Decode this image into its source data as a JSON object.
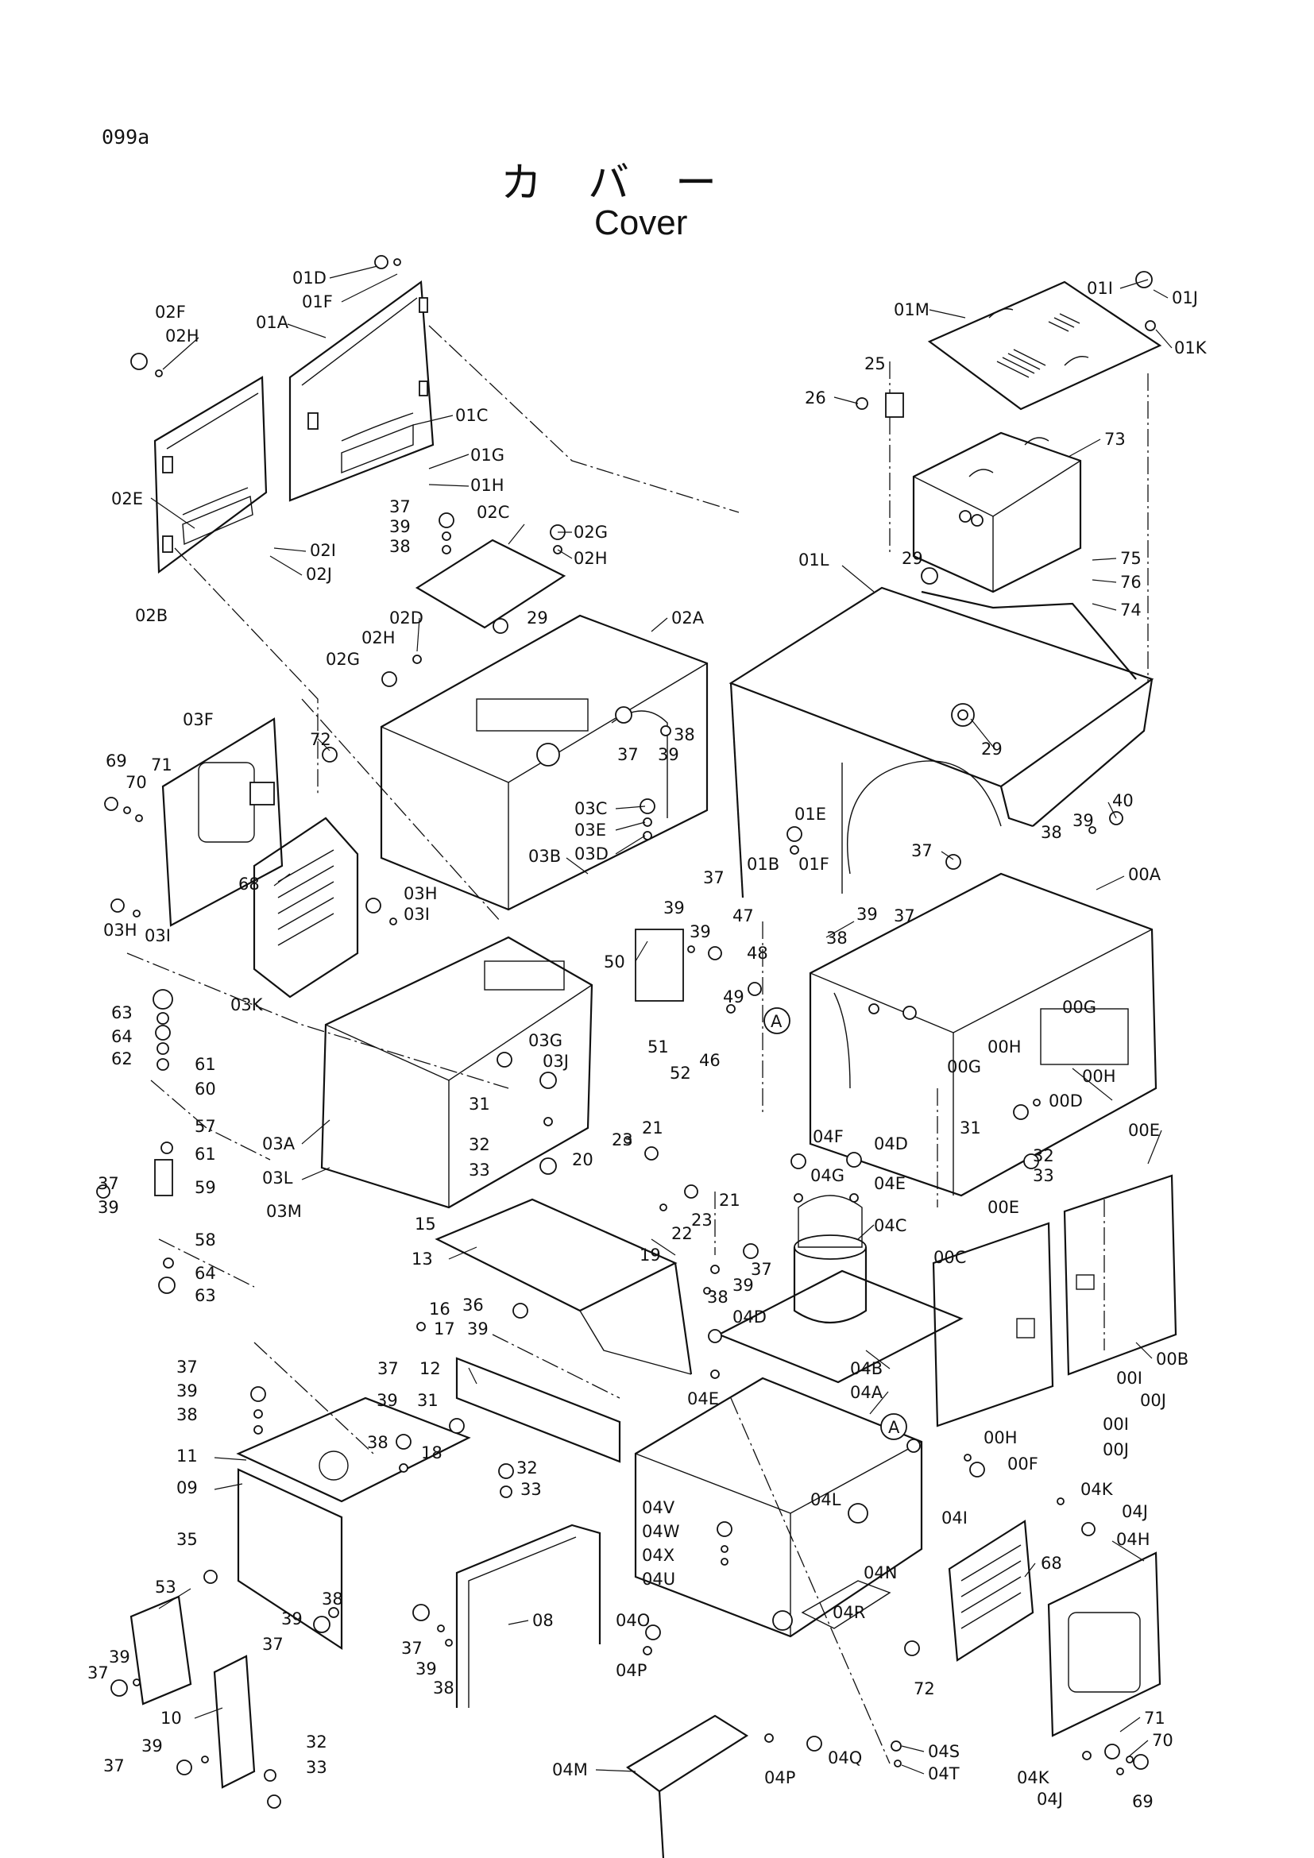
{
  "page_id": "099a",
  "title_jp": "カバー",
  "title_en": "Cover",
  "labels": [
    {
      "id": "01d",
      "text": "01D"
    },
    {
      "id": "01f-top",
      "text": "01F"
    },
    {
      "id": "01a",
      "text": "01A"
    },
    {
      "id": "02f",
      "text": "02F"
    },
    {
      "id": "02h-a",
      "text": "02H"
    },
    {
      "id": "01c",
      "text": "01C"
    },
    {
      "id": "01g",
      "text": "01G"
    },
    {
      "id": "01h",
      "text": "01H"
    },
    {
      "id": "02e",
      "text": "02E"
    },
    {
      "id": "02i",
      "text": "02I"
    },
    {
      "id": "02j",
      "text": "02J"
    },
    {
      "id": "02b",
      "text": "02B"
    },
    {
      "id": "01i",
      "text": "01I"
    },
    {
      "id": "01j",
      "text": "01J"
    },
    {
      "id": "01m",
      "text": "01M"
    },
    {
      "id": "01k",
      "text": "01K"
    },
    {
      "id": "25",
      "text": "25"
    },
    {
      "id": "26",
      "text": "26"
    },
    {
      "id": "73",
      "text": "73"
    },
    {
      "id": "75",
      "text": "75"
    },
    {
      "id": "76",
      "text": "76"
    },
    {
      "id": "74",
      "text": "74"
    },
    {
      "id": "29-a",
      "text": "29"
    },
    {
      "id": "01l",
      "text": "01L"
    },
    {
      "id": "29-b",
      "text": "29"
    },
    {
      "id": "37-a",
      "text": "37"
    },
    {
      "id": "39-a",
      "text": "39"
    },
    {
      "id": "38-a",
      "text": "38"
    },
    {
      "id": "02c",
      "text": "02C"
    },
    {
      "id": "02g-a",
      "text": "02G"
    },
    {
      "id": "02h-b",
      "text": "02H"
    },
    {
      "id": "29-c",
      "text": "29"
    },
    {
      "id": "02a",
      "text": "02A"
    },
    {
      "id": "02d",
      "text": "02D"
    },
    {
      "id": "02h-c",
      "text": "02H"
    },
    {
      "id": "02g-b",
      "text": "02G"
    },
    {
      "id": "38-b",
      "text": "38"
    },
    {
      "id": "37-b",
      "text": "37"
    },
    {
      "id": "39-b",
      "text": "39"
    },
    {
      "id": "03f",
      "text": "03F"
    },
    {
      "id": "72-a",
      "text": "72"
    },
    {
      "id": "69-a",
      "text": "69"
    },
    {
      "id": "70-a",
      "text": "70"
    },
    {
      "id": "71-a",
      "text": "71"
    },
    {
      "id": "03c",
      "text": "03C"
    },
    {
      "id": "03e",
      "text": "03E"
    },
    {
      "id": "03d",
      "text": "03D"
    },
    {
      "id": "01e",
      "text": "01E"
    },
    {
      "id": "01b",
      "text": "01B"
    },
    {
      "id": "01f-b",
      "text": "01F"
    },
    {
      "id": "40",
      "text": "40"
    },
    {
      "id": "39-c",
      "text": "39"
    },
    {
      "id": "38-c",
      "text": "38"
    },
    {
      "id": "37-c",
      "text": "37"
    },
    {
      "id": "00a",
      "text": "00A"
    },
    {
      "id": "68-a",
      "text": "68"
    },
    {
      "id": "03h-a",
      "text": "03H"
    },
    {
      "id": "03i-a",
      "text": "03I"
    },
    {
      "id": "03h-b",
      "text": "03H"
    },
    {
      "id": "03i-b",
      "text": "03I"
    },
    {
      "id": "03b",
      "text": "03B"
    },
    {
      "id": "39-d",
      "text": "39"
    },
    {
      "id": "37-d",
      "text": "37"
    },
    {
      "id": "39-e",
      "text": "39"
    },
    {
      "id": "47",
      "text": "47"
    },
    {
      "id": "48",
      "text": "48"
    },
    {
      "id": "50",
      "text": "50"
    },
    {
      "id": "38-d",
      "text": "38"
    },
    {
      "id": "39-f",
      "text": "39"
    },
    {
      "id": "37-e",
      "text": "37"
    },
    {
      "id": "49",
      "text": "49"
    },
    {
      "id": "a-1",
      "text": "A"
    },
    {
      "id": "03k",
      "text": "03K"
    },
    {
      "id": "51",
      "text": "51"
    },
    {
      "id": "46",
      "text": "46"
    },
    {
      "id": "52",
      "text": "52"
    },
    {
      "id": "03g",
      "text": "03G"
    },
    {
      "id": "03j",
      "text": "03J"
    },
    {
      "id": "00g-a",
      "text": "00G"
    },
    {
      "id": "00h-a",
      "text": "00H"
    },
    {
      "id": "00g-b",
      "text": "00G"
    },
    {
      "id": "00h-b",
      "text": "00H"
    },
    {
      "id": "00d",
      "text": "00D"
    },
    {
      "id": "63-a",
      "text": "63"
    },
    {
      "id": "64-a",
      "text": "64"
    },
    {
      "id": "62",
      "text": "62"
    },
    {
      "id": "61-a",
      "text": "61"
    },
    {
      "id": "60",
      "text": "60"
    },
    {
      "id": "57",
      "text": "57"
    },
    {
      "id": "61-b",
      "text": "61"
    },
    {
      "id": "59",
      "text": "59"
    },
    {
      "id": "37-f",
      "text": "37"
    },
    {
      "id": "39-g",
      "text": "39"
    },
    {
      "id": "58",
      "text": "58"
    },
    {
      "id": "64-b",
      "text": "64"
    },
    {
      "id": "63-b",
      "text": "63"
    },
    {
      "id": "31-a",
      "text": "31"
    },
    {
      "id": "03a",
      "text": "03A"
    },
    {
      "id": "32-a",
      "text": "32"
    },
    {
      "id": "33-a",
      "text": "33"
    },
    {
      "id": "03l",
      "text": "03L"
    },
    {
      "id": "03m",
      "text": "03M"
    },
    {
      "id": "21-a",
      "text": "21"
    },
    {
      "id": "23-a",
      "text": "23"
    },
    {
      "id": "20",
      "text": "20"
    },
    {
      "id": "21-b",
      "text": "21"
    },
    {
      "id": "23-b",
      "text": "23"
    },
    {
      "id": "22",
      "text": "22"
    },
    {
      "id": "19",
      "text": "19"
    },
    {
      "id": "04f",
      "text": "04F"
    },
    {
      "id": "04d-a",
      "text": "04D"
    },
    {
      "id": "04g",
      "text": "04G"
    },
    {
      "id": "04e-a",
      "text": "04E"
    },
    {
      "id": "04c",
      "text": "04C"
    },
    {
      "id": "31-b",
      "text": "31"
    },
    {
      "id": "32-b",
      "text": "32"
    },
    {
      "id": "33-b",
      "text": "33"
    },
    {
      "id": "00e-a",
      "text": "00E"
    },
    {
      "id": "15",
      "text": "15"
    },
    {
      "id": "13",
      "text": "13"
    },
    {
      "id": "37-g",
      "text": "37"
    },
    {
      "id": "38-e",
      "text": "38"
    },
    {
      "id": "39-h",
      "text": "39"
    },
    {
      "id": "00e-b",
      "text": "00E"
    },
    {
      "id": "00c",
      "text": "00C"
    },
    {
      "id": "16",
      "text": "16"
    },
    {
      "id": "17",
      "text": "17"
    },
    {
      "id": "36",
      "text": "36"
    },
    {
      "id": "39-i",
      "text": "39"
    },
    {
      "id": "04d-b",
      "text": "04D"
    },
    {
      "id": "04b",
      "text": "04B"
    },
    {
      "id": "00b",
      "text": "00B"
    },
    {
      "id": "00i-a",
      "text": "00I"
    },
    {
      "id": "00j-a",
      "text": "00J"
    },
    {
      "id": "37-h",
      "text": "37"
    },
    {
      "id": "39-j",
      "text": "39"
    },
    {
      "id": "38-f",
      "text": "38"
    },
    {
      "id": "12",
      "text": "12"
    },
    {
      "id": "37-i",
      "text": "37"
    },
    {
      "id": "04e-b",
      "text": "04E"
    },
    {
      "id": "04a",
      "text": "04A"
    },
    {
      "id": "a-2",
      "text": "A"
    },
    {
      "id": "00i-b",
      "text": "00I"
    },
    {
      "id": "00j-b",
      "text": "00J"
    },
    {
      "id": "11",
      "text": "11"
    },
    {
      "id": "39-k",
      "text": "39"
    },
    {
      "id": "31-c",
      "text": "31"
    },
    {
      "id": "38-g",
      "text": "38"
    },
    {
      "id": "18",
      "text": "18"
    },
    {
      "id": "32-c",
      "text": "32"
    },
    {
      "id": "33-c",
      "text": "33"
    },
    {
      "id": "00h-c",
      "text": "00H"
    },
    {
      "id": "00f",
      "text": "00F"
    },
    {
      "id": "09",
      "text": "09"
    },
    {
      "id": "04k-a",
      "text": "04K"
    },
    {
      "id": "04j-a",
      "text": "04J"
    },
    {
      "id": "04v",
      "text": "04V"
    },
    {
      "id": "04w",
      "text": "04W"
    },
    {
      "id": "04l",
      "text": "04L"
    },
    {
      "id": "04i",
      "text": "04I"
    },
    {
      "id": "04h",
      "text": "04H"
    },
    {
      "id": "35",
      "text": "35"
    },
    {
      "id": "04x",
      "text": "04X"
    },
    {
      "id": "04u",
      "text": "04U"
    },
    {
      "id": "04n",
      "text": "04N"
    },
    {
      "id": "68-b",
      "text": "68"
    },
    {
      "id": "08",
      "text": "08"
    },
    {
      "id": "53",
      "text": "53"
    },
    {
      "id": "38-h",
      "text": "38"
    },
    {
      "id": "39-l",
      "text": "39"
    },
    {
      "id": "37-j",
      "text": "37"
    },
    {
      "id": "04r",
      "text": "04R"
    },
    {
      "id": "37-k",
      "text": "37"
    },
    {
      "id": "39-m",
      "text": "39"
    },
    {
      "id": "38-i",
      "text": "38"
    },
    {
      "id": "04o",
      "text": "04O"
    },
    {
      "id": "39-n",
      "text": "39"
    },
    {
      "id": "37-l",
      "text": "37"
    },
    {
      "id": "72-b",
      "text": "72"
    },
    {
      "id": "04p-a",
      "text": "04P"
    },
    {
      "id": "10",
      "text": "10"
    },
    {
      "id": "32-d",
      "text": "32"
    },
    {
      "id": "39-o",
      "text": "39"
    },
    {
      "id": "33-d",
      "text": "33"
    },
    {
      "id": "37-m",
      "text": "37"
    },
    {
      "id": "71-b",
      "text": "71"
    },
    {
      "id": "70-b",
      "text": "70"
    },
    {
      "id": "04s",
      "text": "04S"
    },
    {
      "id": "04t",
      "text": "04T"
    },
    {
      "id": "04q",
      "text": "04Q"
    },
    {
      "id": "04m",
      "text": "04M"
    },
    {
      "id": "04p-b",
      "text": "04P"
    },
    {
      "id": "04k-b",
      "text": "04K"
    },
    {
      "id": "04j-b",
      "text": "04J"
    },
    {
      "id": "69-b",
      "text": "69"
    }
  ]
}
